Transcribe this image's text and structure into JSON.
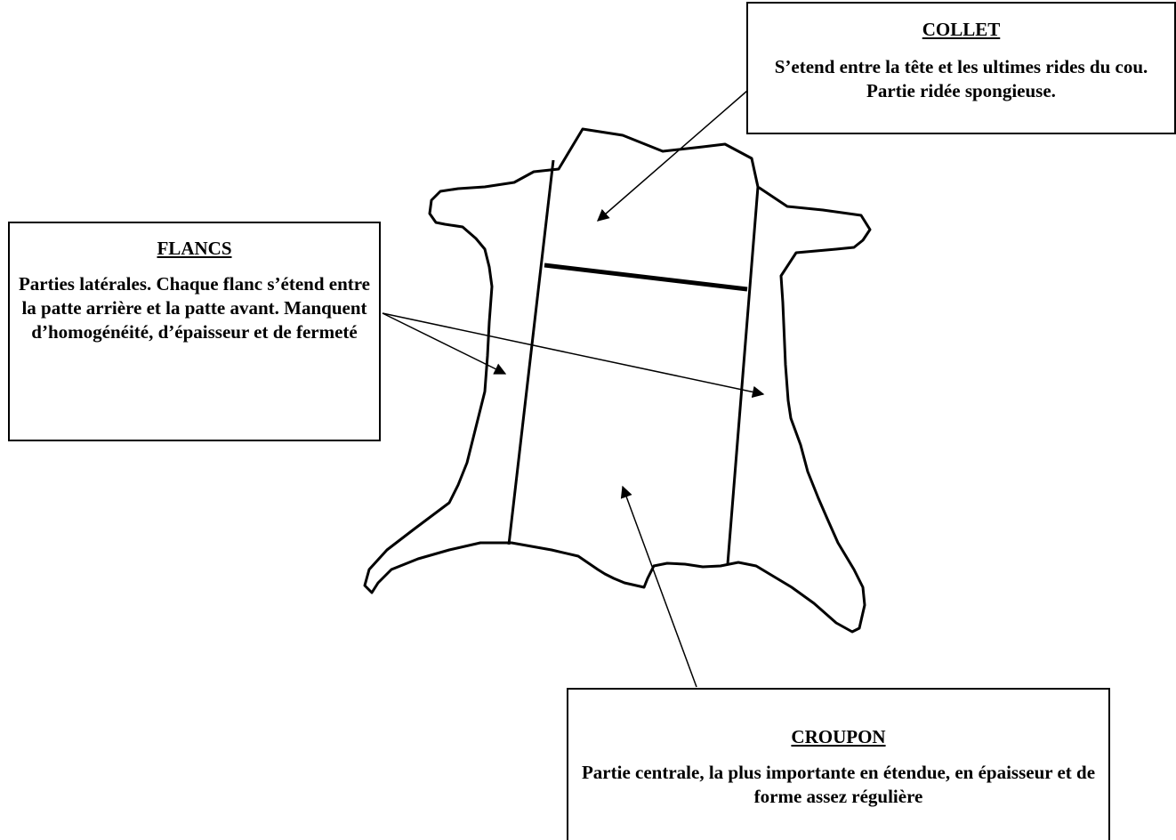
{
  "colors": {
    "ink": "#000000",
    "background": "#ffffff"
  },
  "regions": {
    "collet": {
      "title": "COLLET",
      "description": "S’etend entre la tête et les ultimes rides du cou. Partie ridée spongieuse."
    },
    "flancs": {
      "title": "FLANCS",
      "description": "Parties latérales. Chaque flanc s’étend entre la patte arrière et la patte avant. Manquent d’homogénéité, d’épaisseur et de fermeté"
    },
    "croupon": {
      "title": "CROUPON",
      "description": "Partie centrale, la plus importante en étendue, en épaisseur et de forme assez régulière"
    }
  }
}
